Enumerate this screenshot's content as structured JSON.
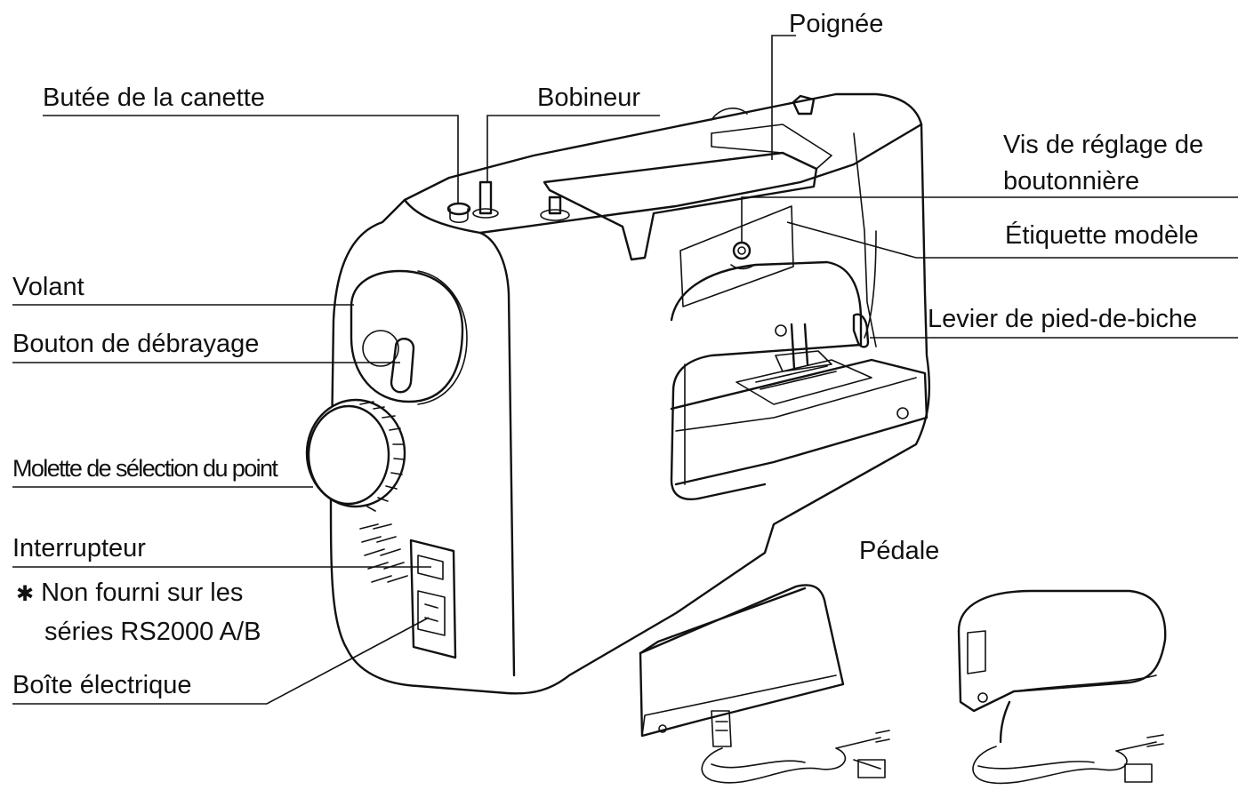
{
  "diagram": {
    "callouts": {
      "poignee": "Poignée",
      "butee_canette": "Butée de la canette",
      "bobineur": "Bobineur",
      "vis_reglage_line1": "Vis de réglage de",
      "vis_reglage_line2": "boutonnière",
      "etiquette_modele": "Étiquette modèle",
      "volant": "Volant",
      "bouton_debrayage": "Bouton de débrayage",
      "levier_pied_de_biche": "Levier de pied-de-biche",
      "molette_selection": "Molette de sélection du point",
      "interrupteur": "Interrupteur",
      "note_line1": "Non fourni sur les",
      "note_line2": "séries RS2000 A/B",
      "boite_electrique": "Boîte électrique",
      "pedale": "Pédale"
    }
  }
}
